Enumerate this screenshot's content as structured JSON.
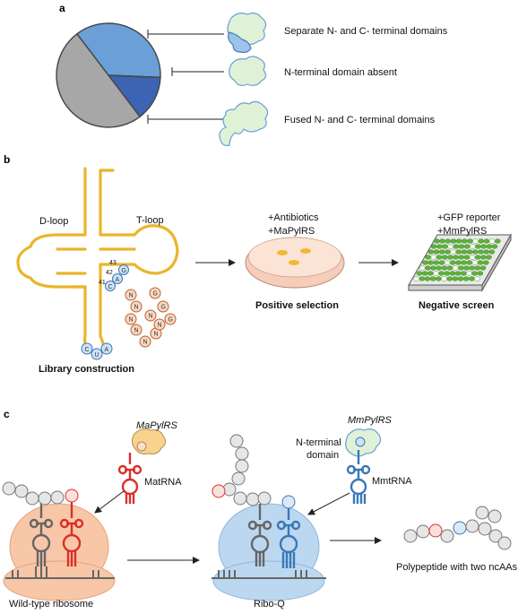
{
  "panels": {
    "a": "a",
    "b": "b",
    "c": "c"
  },
  "panel_a": {
    "labels": [
      "Separate N- and C- terminal domains",
      "N-terminal domain absent",
      "Fused N- and C- terminal domains"
    ]
  },
  "panel_b": {
    "d_loop": "D-loop",
    "t_loop": "T-loop",
    "positions": [
      "43",
      "42",
      "41"
    ],
    "stem_nt": [
      "G",
      "A",
      "C"
    ],
    "anticodon": [
      "C",
      "U",
      "A"
    ],
    "library_nt": [
      "N",
      "N",
      "N",
      "N",
      "N",
      "N",
      "G",
      "G",
      "G",
      "N",
      "N"
    ],
    "library_construction": "Library construction",
    "positive_conditions": [
      "+Antibiotics",
      "+MaPylRS"
    ],
    "positive_selection": "Positive selection",
    "negative_conditions": [
      "+GFP reporter",
      "+MmPylRS"
    ],
    "negative_screen": "Negative screen"
  },
  "panel_c": {
    "ma_pylrs": "MaPylRS",
    "ma_trna": "MatRNA",
    "wild_type_ribosome": "Wild-type ribosome",
    "mm_pylrs": "MmPylRS",
    "n_terminal_domain": [
      "N-terminal",
      "domain"
    ],
    "mm_trna": "MmtRNA",
    "ribo_q": "Ribo-Q",
    "polypeptide": "Polypeptide with two ncAAs"
  },
  "pie": {
    "slices": [
      {
        "value": 0.36,
        "color": "#6a9fd8"
      },
      {
        "value": 0.14,
        "color": "#3d64b3"
      },
      {
        "value": 0.5,
        "color": "#a7a7a7"
      }
    ]
  },
  "colors": {
    "trna_orange": "#e9b52a",
    "blue_nt": "#cfe2f5",
    "orange_nt": "#e08a4b",
    "red": "#d9302b",
    "blue": "#3a78b8",
    "gray": "#6f6f6f",
    "ribosome_wt": "#f7c7a8",
    "ribosome_q": "#bcd8f0",
    "domain_green": "#dff2d6"
  }
}
